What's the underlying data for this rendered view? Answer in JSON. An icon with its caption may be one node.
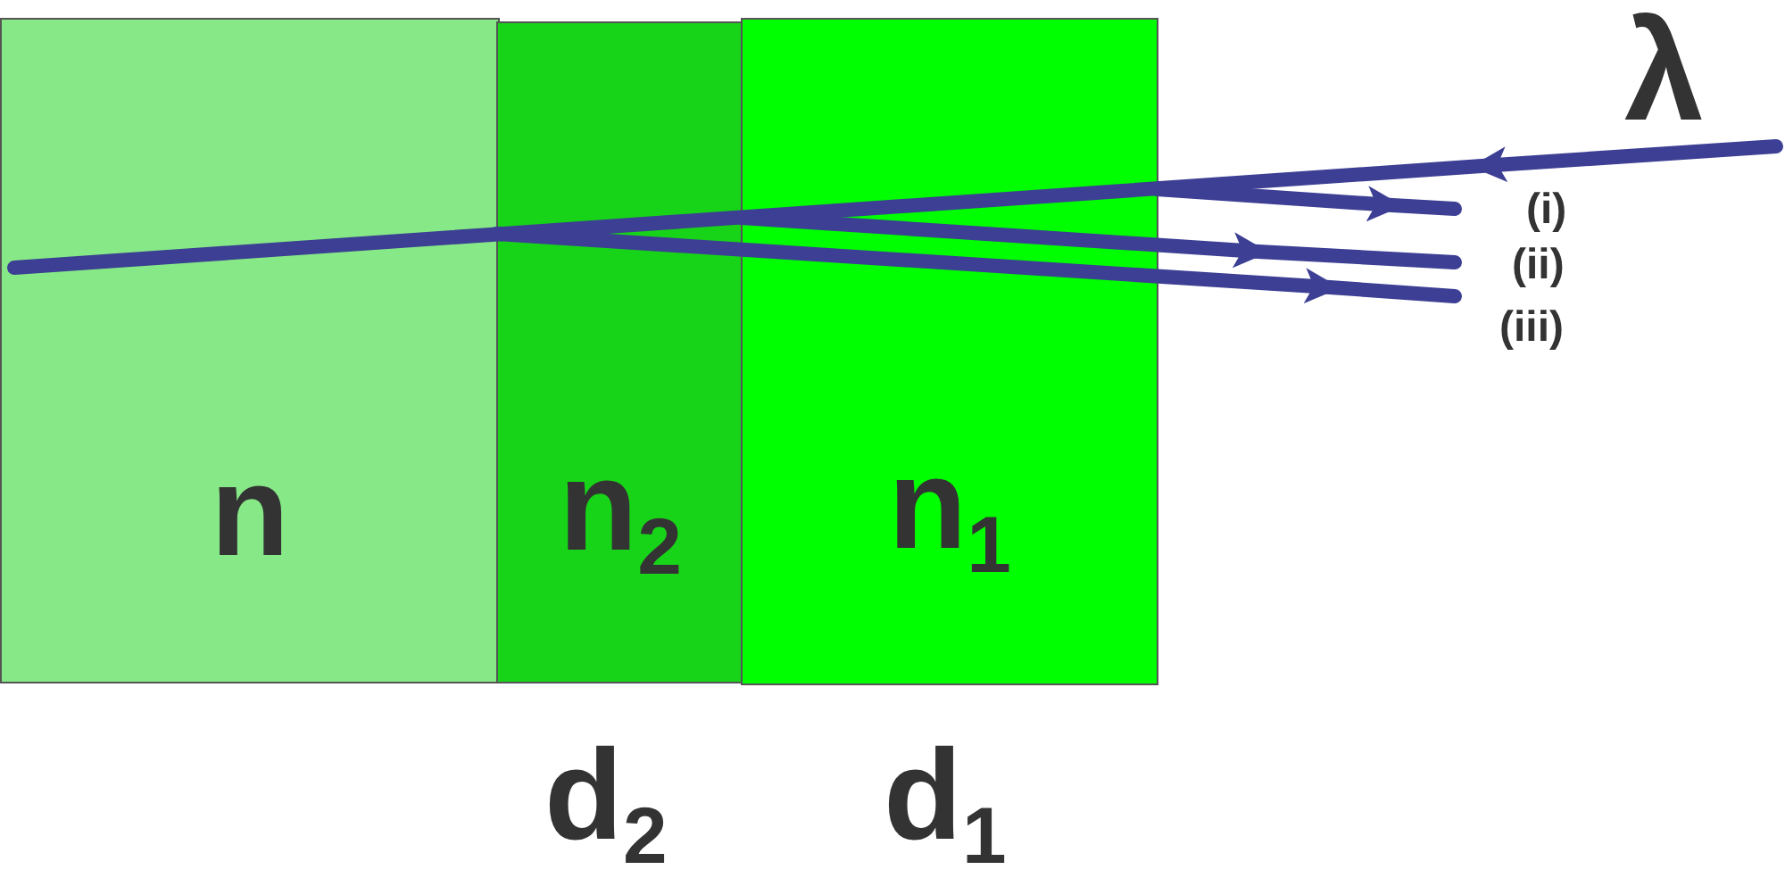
{
  "diagram": {
    "nodes": [
      {
        "text": [
          "n"
        ]
      },
      {
        "text": [
          "n$_{2}$"
        ]
      },
      {
        "text": [
          "n$_{1}$"
        ]
      }
    ],
    "labels": [
      "λ",
      "(i)",
      "(ii)",
      "(iii)",
      "d$_{2}$",
      "d$_{1}$"
    ]
  }
}
